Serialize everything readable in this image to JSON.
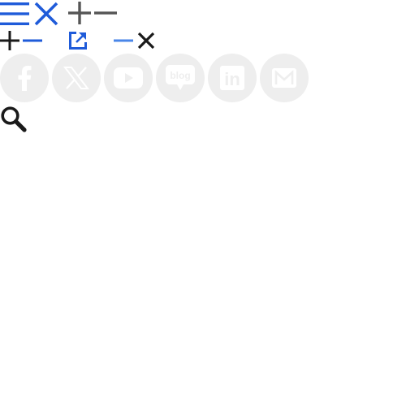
{
  "colors": {
    "blue": "#1f5bd9",
    "light_blue": "#4a86e8",
    "dark_gray": "#555555",
    "black": "#1a1a1a",
    "circle_bg": "#eeeeee",
    "circle_icon": "#ffffff"
  },
  "toolbar_row1": {
    "icons": [
      "menu-icon",
      "close-icon",
      "plus-icon",
      "minus-icon"
    ]
  },
  "toolbar_row2": {
    "icons": [
      "plus-icon",
      "minus-icon",
      "external-link-icon",
      "minus-icon",
      "close-icon"
    ]
  },
  "social": {
    "items": [
      {
        "name": "facebook",
        "icon": "facebook-icon"
      },
      {
        "name": "x",
        "icon": "x-twitter-icon"
      },
      {
        "name": "youtube",
        "icon": "youtube-icon"
      },
      {
        "name": "blog",
        "icon": "blog-icon",
        "label": "blog"
      },
      {
        "name": "linkedin",
        "icon": "linkedin-icon",
        "label": "in"
      },
      {
        "name": "gmail",
        "icon": "mail-icon"
      }
    ]
  },
  "search": {
    "icon": "search-icon"
  }
}
